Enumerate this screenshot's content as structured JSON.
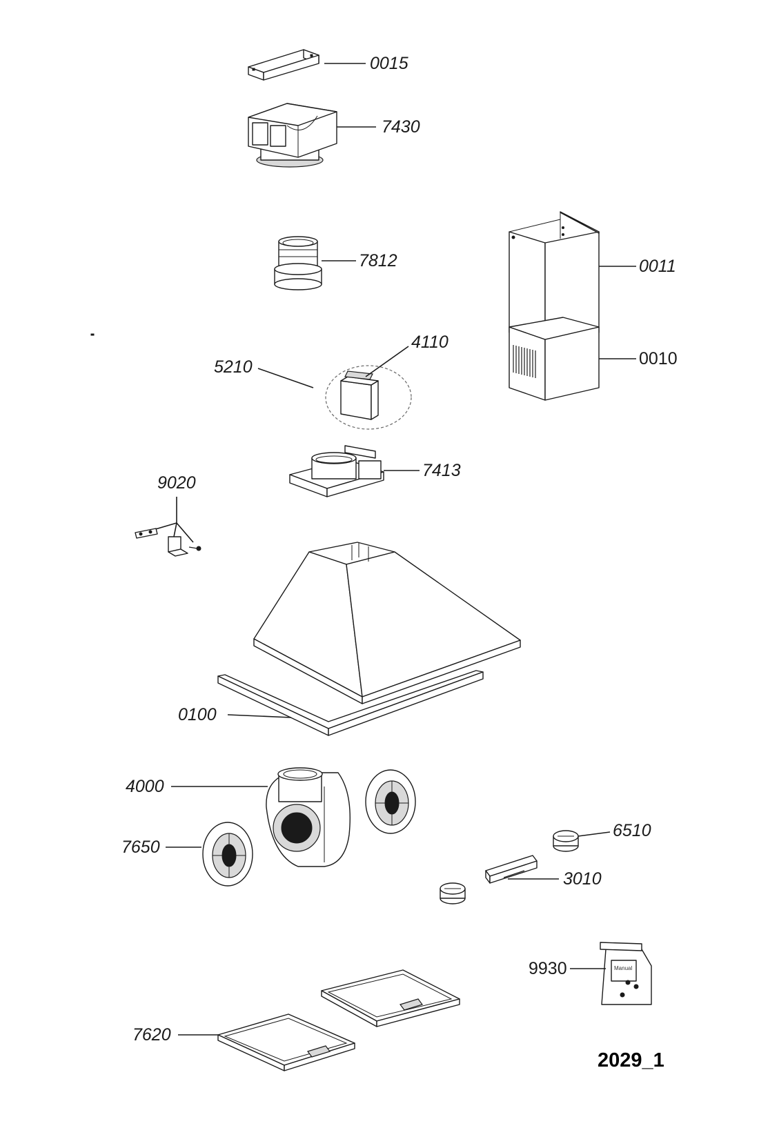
{
  "diagram": {
    "drawing_code": "2029_1",
    "part_labels": {
      "p0015": "0015",
      "p7430": "7430",
      "p7812": "7812",
      "p0011": "0011",
      "p0010": "0010",
      "p4110": "4110",
      "p5210": "5210",
      "p7413": "7413",
      "p9020": "9020",
      "p0100": "0100",
      "p4000": "4000",
      "p7650": "7650",
      "p6510": "6510",
      "p3010": "3010",
      "p9930": "9930",
      "p7620": "7620"
    },
    "bag_text": "Manual"
  }
}
